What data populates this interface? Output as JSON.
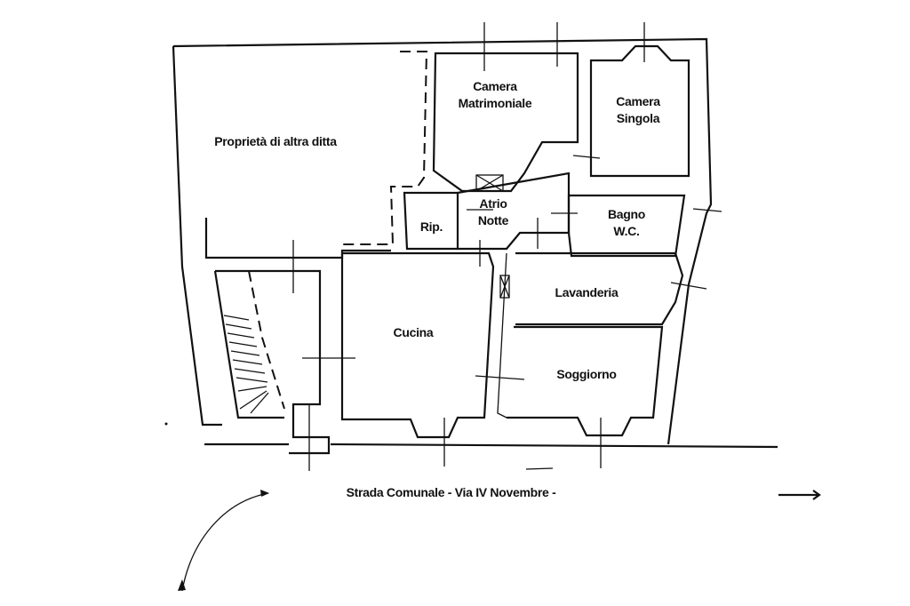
{
  "rooms": {
    "camera_matrimoniale": [
      "Camera",
      "Matrimoniale"
    ],
    "camera_singola": [
      "Camera",
      "Singola"
    ],
    "proprieta": "Proprietà di altra ditta",
    "ripostiglio": "Rip.",
    "atrio_notte": [
      "Atrio",
      "Notte"
    ],
    "bagno": [
      "Bagno",
      "W.C."
    ],
    "lavanderia": "Lavanderia",
    "cucina": "Cucina",
    "soggiorno": "Soggiorno"
  },
  "street": "Strada Comunale - Via IV Novembre -"
}
